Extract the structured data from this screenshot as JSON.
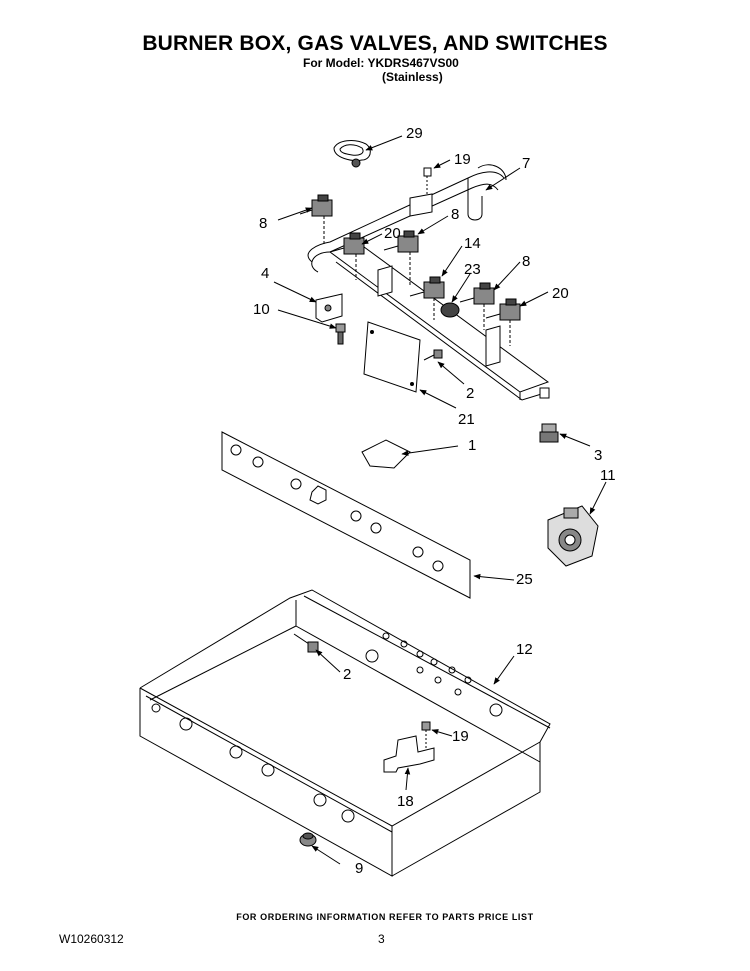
{
  "header": {
    "title": "BURNER BOX, GAS VALVES, AND SWITCHES",
    "model_line": "For Model: YKDRS467VS00",
    "variant_line": "(Stainless)"
  },
  "footer": {
    "ordering_note": "FOR ORDERING INFORMATION REFER TO PARTS PRICE LIST",
    "document_number": "W10260312",
    "page_number": "3"
  },
  "callouts": {
    "c29": "29",
    "c19a": "19",
    "c7": "7",
    "c8a": "8",
    "c20a": "20",
    "c8b": "8",
    "c14": "14",
    "c23": "23",
    "c8c": "8",
    "c20b": "20",
    "c4": "4",
    "c10": "10",
    "c2a": "2",
    "c21": "21",
    "c1": "1",
    "c3": "3",
    "c11": "11",
    "c25": "25",
    "c12": "12",
    "c2b": "2",
    "c19b": "19",
    "c18": "18",
    "c9": "9"
  }
}
